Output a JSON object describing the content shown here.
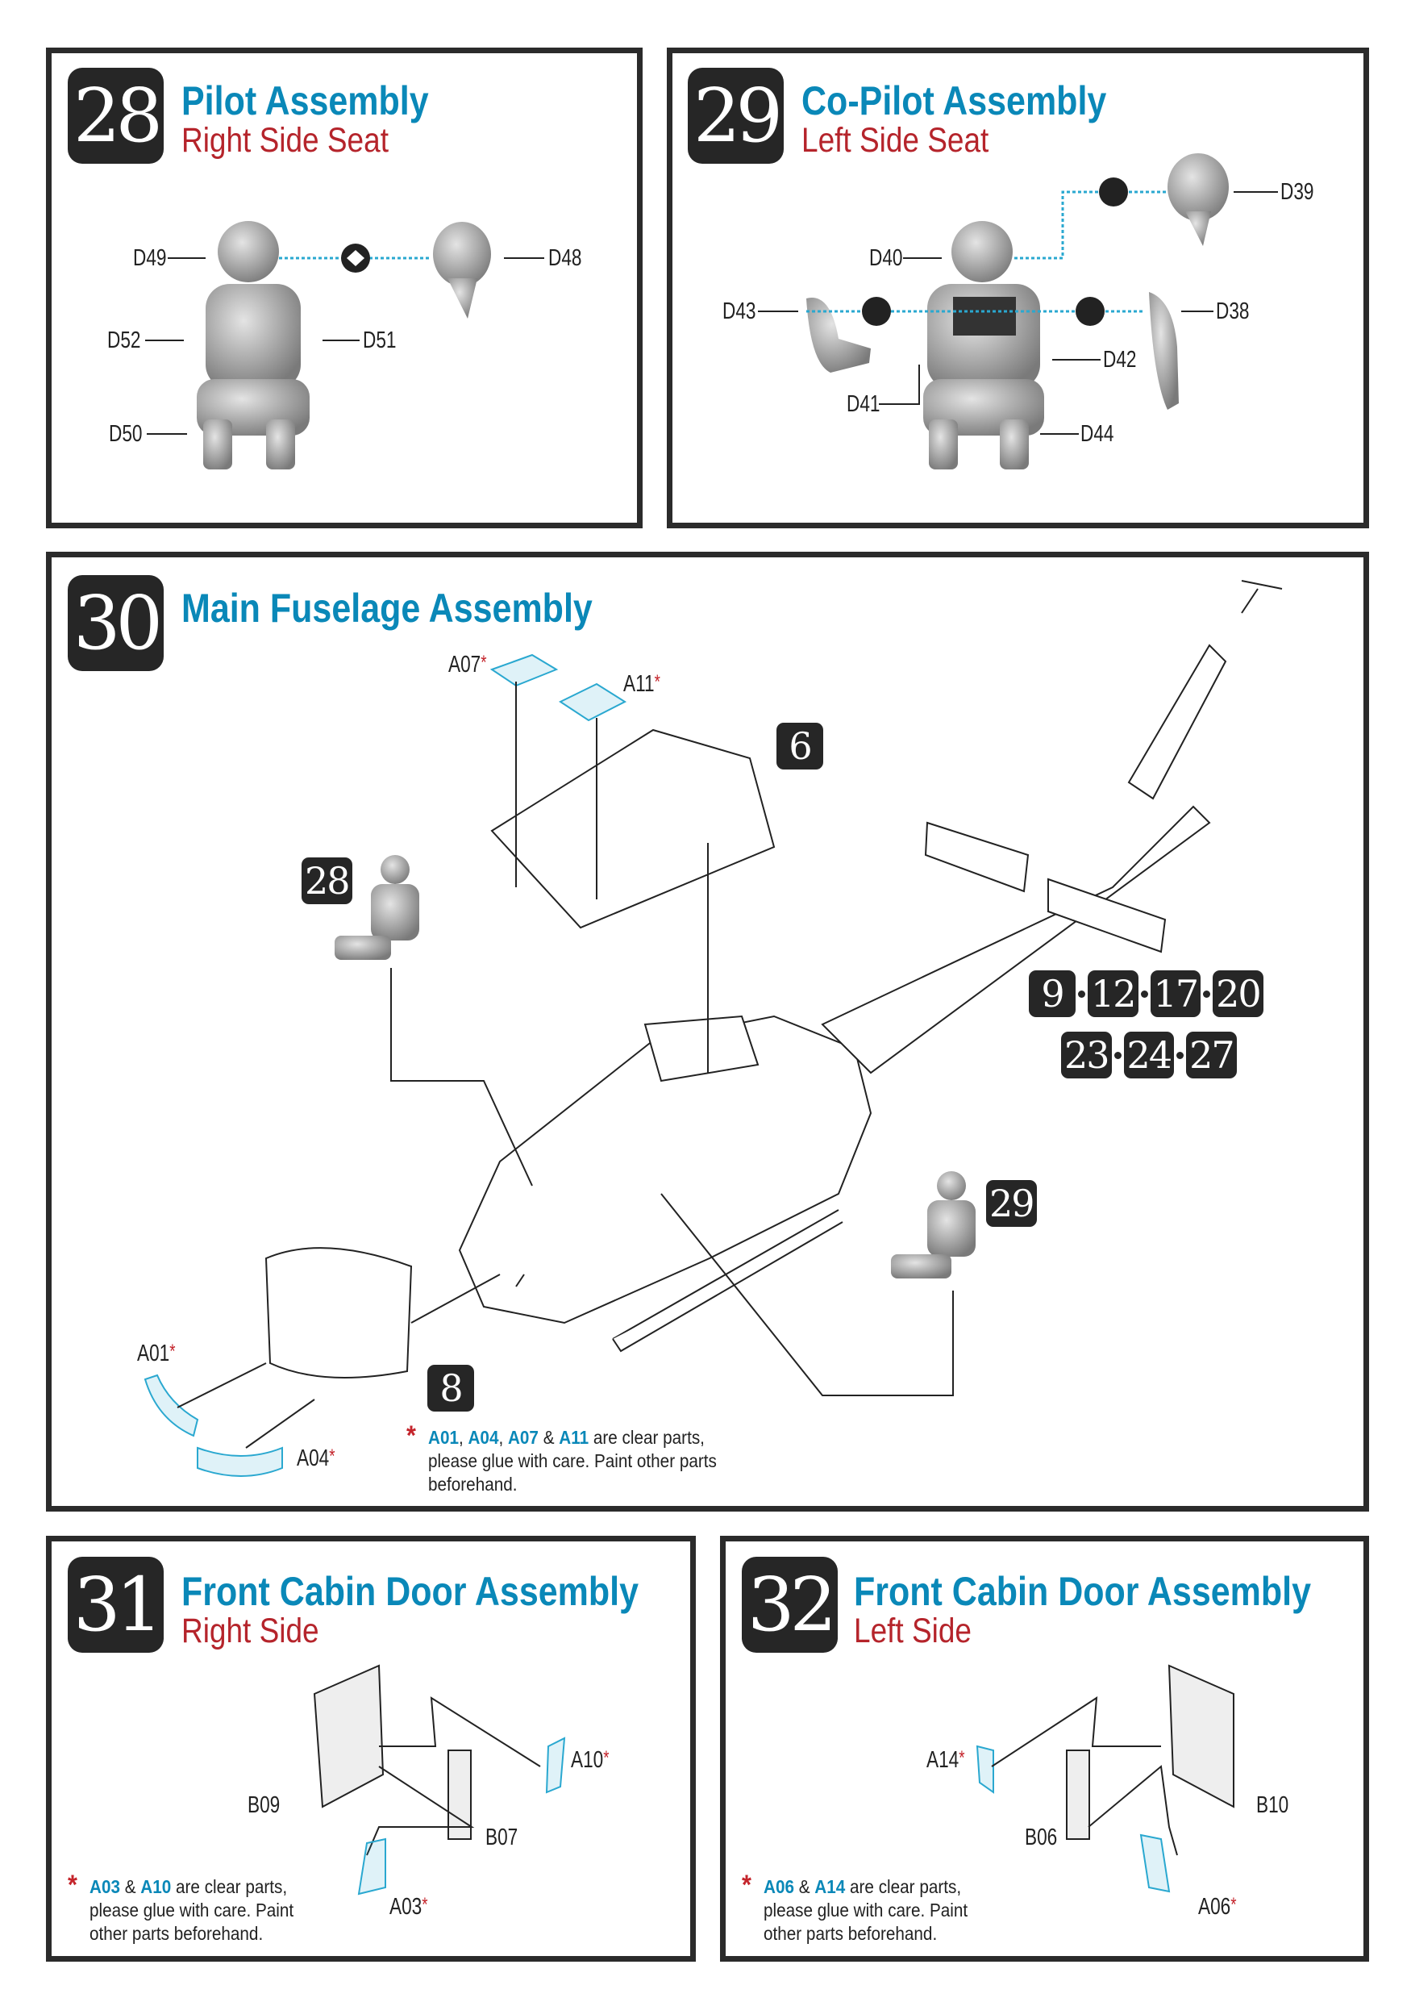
{
  "steps": [
    {
      "number": "28",
      "title": "Pilot Assembly",
      "subtitle": "Right Side Seat",
      "labels": [
        "D49",
        "D48",
        "D52",
        "D51",
        "D50"
      ]
    },
    {
      "number": "29",
      "title": "Co-Pilot Assembly",
      "subtitle": "Left Side Seat",
      "labels": [
        "D39",
        "D40",
        "D43",
        "D38",
        "D42",
        "D41",
        "D44"
      ]
    },
    {
      "number": "30",
      "title": "Main Fuselage Assembly",
      "labels": {
        "a07": "A07",
        "a11": "A11",
        "a01": "A01",
        "a04": "A04"
      },
      "refs": {
        "r6": "6",
        "r28": "28",
        "r29": "29",
        "r8": "8"
      },
      "prior_steps_row1": [
        "9",
        "12",
        "17",
        "20"
      ],
      "prior_steps_row2": [
        "23",
        "24",
        "27"
      ],
      "note": {
        "star": "*",
        "p1": "A01",
        "s1": ", ",
        "p2": "A04",
        "s2": ", ",
        "p3": "A07",
        "s3": " & ",
        "p4": "A11",
        "rest": " are clear parts, please glue with care.  Paint other parts beforehand."
      }
    },
    {
      "number": "31",
      "title": "Front Cabin Door Assembly",
      "subtitle": "Right Side",
      "labels": {
        "a10": "A10",
        "b09": "B09",
        "b07": "B07",
        "a03": "A03"
      },
      "note": {
        "star": "*",
        "p1": "A03",
        "s1": " & ",
        "p2": "A10",
        "rest": " are clear parts, please glue with care.  Paint other parts beforehand."
      }
    },
    {
      "number": "32",
      "title": "Front Cabin Door Assembly",
      "subtitle": "Left Side",
      "labels": {
        "a14": "A14",
        "b10": "B10",
        "b06": "B06",
        "a06": "A06"
      },
      "note": {
        "star": "*",
        "p1": "A06",
        "s1": " & ",
        "p2": "A14",
        "rest": " are clear parts, please glue with care.  Paint other parts beforehand."
      }
    }
  ],
  "asterisk": "*",
  "colors": {
    "title": "#0a88b8",
    "subtitle": "#b5242b",
    "clear_part": "#2aa8d0",
    "badge": "#262626"
  }
}
